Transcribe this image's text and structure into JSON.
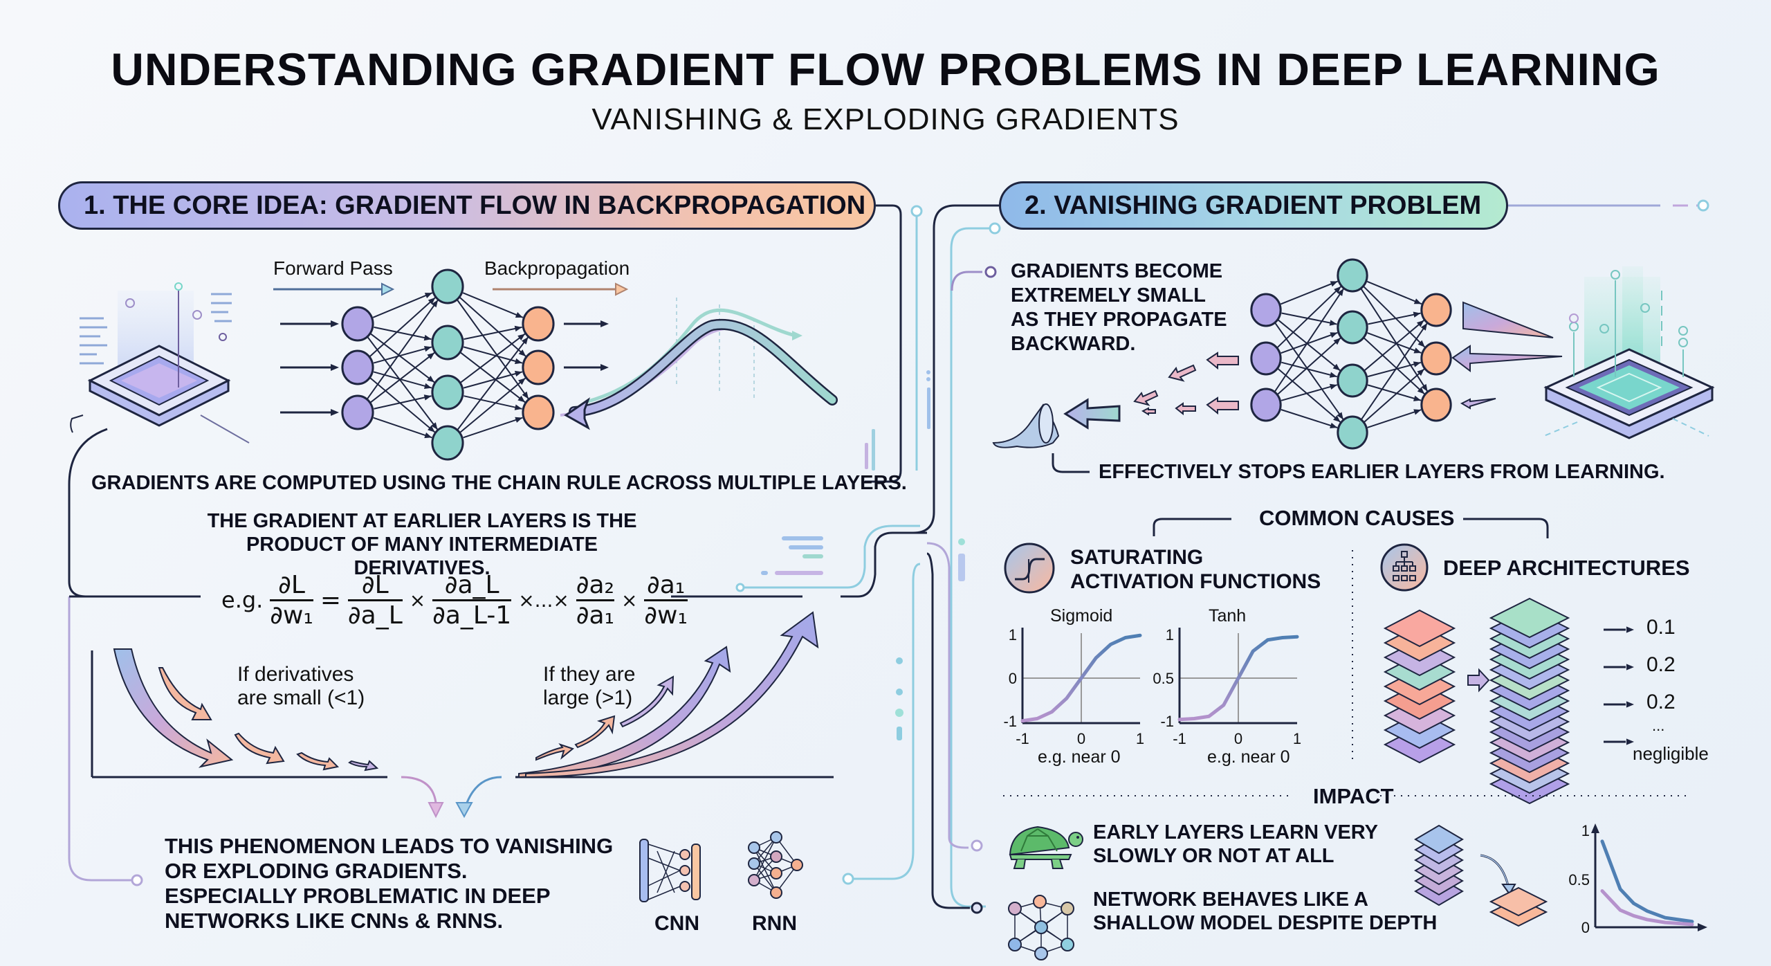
{
  "header": {
    "title": "UNDERSTANDING GRADIENT FLOW PROBLEMS IN DEEP LEARNING",
    "subtitle": "VANISHING & EXPLODING GRADIENTS"
  },
  "section1": {
    "heading": "1.  THE CORE IDEA: GRADIENT FLOW IN BACKPROPAGATION",
    "forward_label": "Forward Pass",
    "backprop_label": "Backpropagation",
    "chain_rule_text": "GRADIENTS ARE COMPUTED USING THE CHAIN RULE ACROSS MULTIPLE LAYERS.",
    "product_text_line1": "THE GRADIENT AT EARLIER LAYERS IS THE",
    "product_text_line2": "PRODUCT OF MANY INTERMEDIATE DERIVATIVES.",
    "formula": {
      "prefix": "e.g.",
      "lhs_num": "∂L",
      "lhs_den": "∂w₁",
      "t1_num": "∂L",
      "t1_den": "∂a_L",
      "t2_num": "∂a_L",
      "t2_den": "∂a_L-1",
      "ellipsis": "×...×",
      "t3_num": "∂a₂",
      "t3_den": "∂a₁",
      "t4_num": "∂a₁",
      "t4_den": "∂w₁",
      "equals": "=",
      "times": "×"
    },
    "small_label_line1": "If derivatives",
    "small_label_line2": "are small (<1)",
    "large_label_line1": "If they are",
    "large_label_line2": "large (>1)",
    "conclusion": [
      "THIS PHENOMENON LEADS TO VANISHING",
      "OR EXPLODING GRADIENTS.",
      "ESPECIALLY PROBLEMATIC IN DEEP",
      "NETWORKS LIKE CNNs & RNNS."
    ],
    "cnn_label": "CNN",
    "rnn_label": "RNN"
  },
  "section2": {
    "heading": "2.  VANISHING GRADIENT PROBLEM",
    "description": [
      "GRADIENTS BECOME",
      "EXTREMELY SMALL",
      "AS THEY PROPAGATE",
      "BACKWARD."
    ],
    "effect": "EFFECTIVELY STOPS EARLIER LAYERS FROM LEARNING.",
    "causes_heading": "COMMON CAUSES",
    "cause1_line1": "SATURATING",
    "cause1_line2": "ACTIVATION FUNCTIONS",
    "cause2": "DEEP ARCHITECTURES",
    "layer_values": [
      "0.1",
      "0.2",
      "0.2",
      "..."
    ],
    "negligible": "negligible",
    "impact_heading": "IMPACT",
    "impact1": [
      "EARLY LAYERS LEARN VERY",
      "SLOWLY OR NOT AT ALL"
    ],
    "impact2": [
      "NETWORK BEHAVES LIKE A",
      "SHALLOW MODEL DESPITE DEPTH"
    ]
  },
  "chart_data": [
    {
      "type": "line",
      "title": "Sigmoid",
      "xlabel": "e.g. near 0",
      "x_ticks": [
        "-1",
        "0",
        "1"
      ],
      "y_ticks": [
        "-1",
        "0",
        "1"
      ],
      "xlim": [
        -1,
        1
      ],
      "ylim": [
        -1,
        1
      ],
      "series": [
        {
          "name": "sigmoid",
          "x": [
            -1,
            -0.75,
            -0.5,
            -0.25,
            0,
            0.25,
            0.5,
            0.75,
            1
          ],
          "y": [
            -0.95,
            -0.9,
            -0.75,
            -0.45,
            0,
            0.45,
            0.75,
            0.9,
            0.95
          ]
        }
      ],
      "grid": "crosshair at x=0, y=0"
    },
    {
      "type": "line",
      "title": "Tanh",
      "xlabel": "e.g. near 0",
      "x_ticks": [
        "-1",
        "0",
        "1"
      ],
      "y_ticks": [
        "-1",
        "0.5",
        "1"
      ],
      "xlim": [
        -1,
        1
      ],
      "ylim": [
        -1,
        1
      ],
      "series": [
        {
          "name": "tanh",
          "x": [
            -1,
            -0.75,
            -0.5,
            -0.25,
            0,
            0.25,
            0.5,
            0.75,
            1
          ],
          "y": [
            -0.92,
            -0.9,
            -0.85,
            -0.6,
            0,
            0.6,
            0.85,
            0.9,
            0.92
          ]
        }
      ],
      "grid": "crosshair at x=0"
    },
    {
      "type": "line",
      "title": "",
      "y_ticks": [
        "0",
        "0.5",
        "1"
      ],
      "ylim": [
        0,
        1
      ],
      "series": [
        {
          "name": "blue-decay",
          "x": [
            0,
            0.1,
            0.2,
            0.35,
            0.5,
            0.7,
            1
          ],
          "y": [
            0.9,
            0.65,
            0.4,
            0.25,
            0.17,
            0.1,
            0.06
          ]
        },
        {
          "name": "purple-decay",
          "x": [
            0,
            0.1,
            0.2,
            0.35,
            0.5,
            0.7,
            1
          ],
          "y": [
            0.38,
            0.28,
            0.18,
            0.12,
            0.08,
            0.05,
            0.03
          ]
        }
      ]
    }
  ],
  "colors": {
    "ink": "#1e2540",
    "purple_node": "#b1a6e6",
    "teal_node": "#8fd3cc",
    "orange_node": "#f9b48e",
    "blue_curve": "#4f7fb3",
    "purple_curve": "#b592cc",
    "turtle": "#5cba6a"
  }
}
